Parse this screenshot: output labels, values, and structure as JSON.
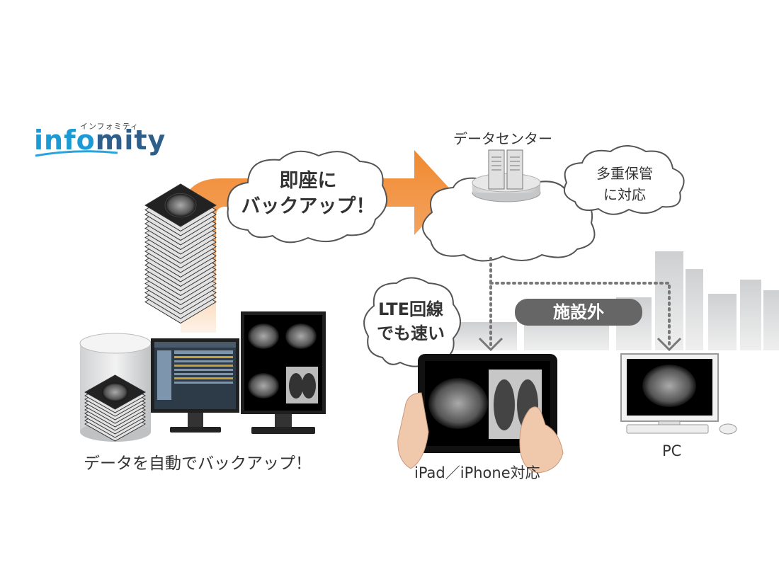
{
  "logo": {
    "ruby": "インフォミティ",
    "text_i": "info",
    "text_mity": "mity"
  },
  "arrow_cloud": {
    "line1": "即座に",
    "line2": "バックアップ！"
  },
  "datacenter": {
    "title": "データセンター"
  },
  "multi_cloud": {
    "line1": "多重保管",
    "line2": "に対応"
  },
  "lte_cloud": {
    "line1": "LTE回線",
    "line2": "でも速い"
  },
  "outside_badge": "施設外",
  "captions": {
    "local": "データを自動でバックアップ！",
    "tablet": "iPad／iPhone対応",
    "pc": "PC"
  },
  "colors": {
    "arrow": "#f08a30",
    "badge": "#666666",
    "logo_blue": "#1c9ad6"
  }
}
